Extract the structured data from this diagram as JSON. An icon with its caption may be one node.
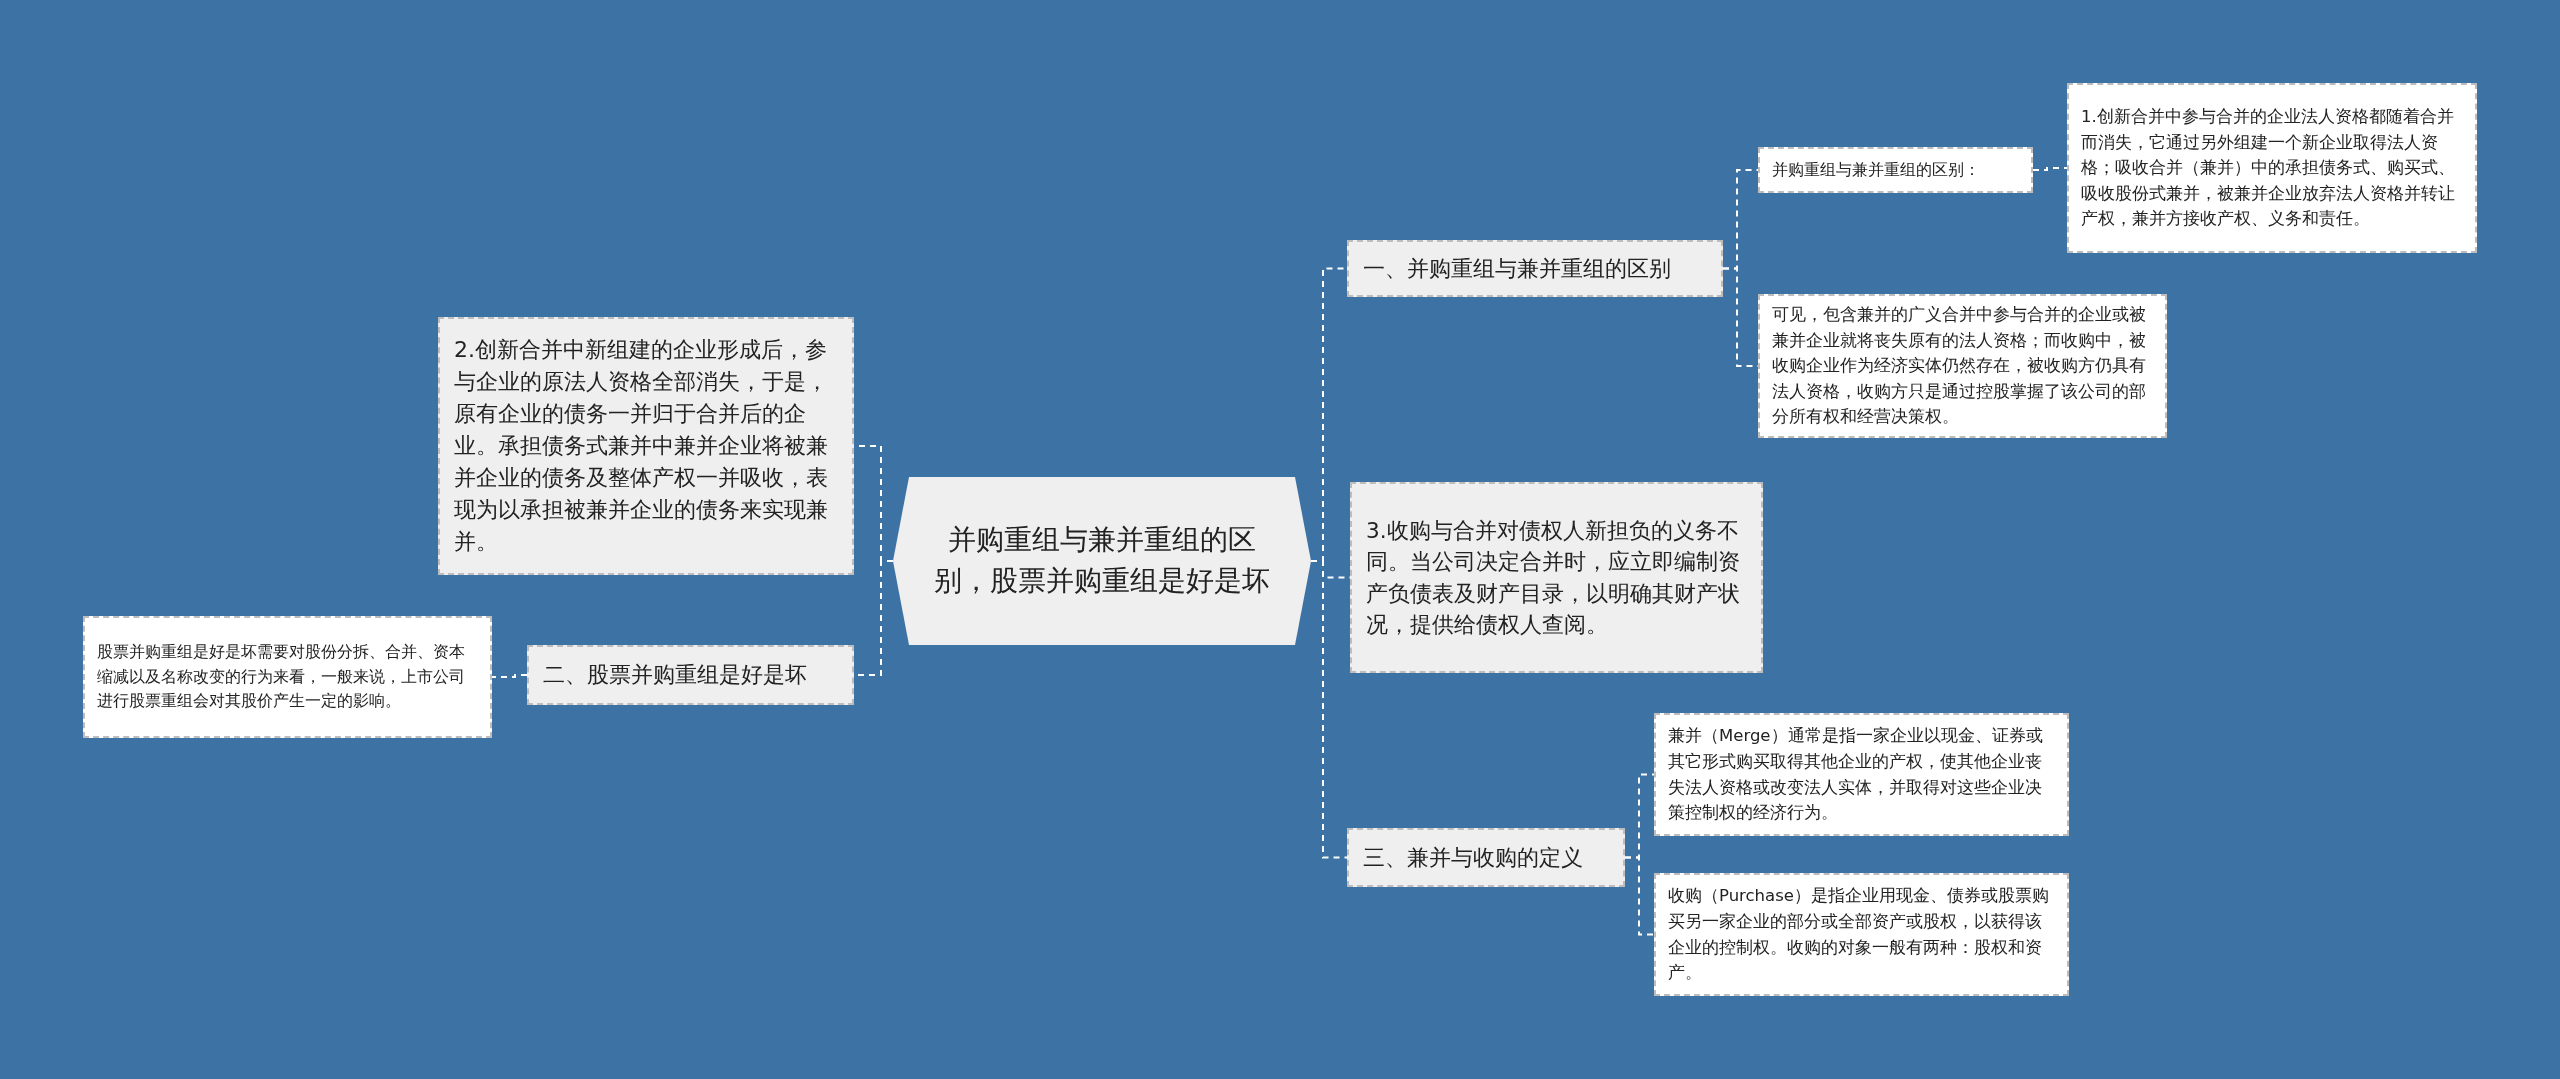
{
  "diagram": {
    "nodes": [
      {
        "text": [
          "并购重组与兼并重组的区别，股票并购重组是好是坏"
        ]
      },
      {
        "text": [
          "一、并购重组与兼并重组的区别"
        ]
      },
      {
        "text": [
          "并购重组与兼并重组的区别："
        ]
      },
      {
        "text": [
          "1.创新合并中参与合并的企业法人资格都随着合并而消失，它通过另外组建一个新企业取得法人资格；吸收合并（兼并）中的承担债务式、购买式、吸收股份式兼并，被兼并企业放弃法人资格并转让产权，兼并方接收产权、义务和责任。"
        ]
      },
      {
        "text": [
          "可见，包含兼并的广义合并中参与合并的企业或被兼并企业就将丧失原有的法人资格；而收购中，被收购企业作为经济实体仍然存在，被收购方仍具有法人资格，收购方只是通过控股掌握了该公司的部分所有权和经营决策权。"
        ]
      },
      {
        "text": [
          "3.收购与合并对债权人新担负的义务不同。当公司决定合并时，应立即编制资产负债表及财产目录，以明确其财产状况，提供给债权人查阅。"
        ]
      },
      {
        "text": [
          "三、兼并与收购的定义"
        ]
      },
      {
        "text": [
          "兼并（Merge）通常是指一家企业以现金、证券或其它形式购买取得其他企业的产权，使其他企业丧失法人资格或改变法人实体，并取得对这些企业决策控制权的经济行为。"
        ]
      },
      {
        "text": [
          "收购（Purchase）是指企业用现金、债券或股票购买另一家企业的部分或全部资产或股权，以获得该企业的控制权。收购的对象一般有两种：股权和资产。"
        ]
      },
      {
        "text": [
          "2.创新合并中新组建的企业形成后，参与企业的原法人资格全部消失，于是，原有企业的债务一并归于合并后的企业。承担债务式兼并中兼并企业将被兼并企业的债务及整体产权一并吸收，表现为以承担被兼并企业的债务来实现兼并。"
        ]
      },
      {
        "text": [
          "二、股票并购重组是好是坏"
        ]
      },
      {
        "text": [
          "股票并购重组是好是坏需要对股份分拆、合并、资本缩减以及名称改变的行为来看，一般来说，上市公司进行股票重组会对其股价产生一定的影响。"
        ]
      }
    ],
    "edges": [
      {
        "from": 0,
        "to": 1,
        "arrow": "none",
        "style": "dashed"
      },
      {
        "from": 1,
        "to": 2,
        "arrow": "none",
        "style": "dashed"
      },
      {
        "from": 2,
        "to": 3,
        "arrow": "none",
        "style": "dashed"
      },
      {
        "from": 1,
        "to": 4,
        "arrow": "none",
        "style": "dashed"
      },
      {
        "from": 0,
        "to": 5,
        "arrow": "none",
        "style": "dashed"
      },
      {
        "from": 0,
        "to": 6,
        "arrow": "none",
        "style": "dashed"
      },
      {
        "from": 6,
        "to": 7,
        "arrow": "none",
        "style": "dashed"
      },
      {
        "from": 6,
        "to": 8,
        "arrow": "none",
        "style": "dashed"
      },
      {
        "from": 0,
        "to": 9,
        "arrow": "none",
        "style": "dashed"
      },
      {
        "from": 0,
        "to": 10,
        "arrow": "none",
        "style": "dashed"
      },
      {
        "from": 10,
        "to": 11,
        "arrow": "none",
        "style": "dashed"
      }
    ]
  }
}
